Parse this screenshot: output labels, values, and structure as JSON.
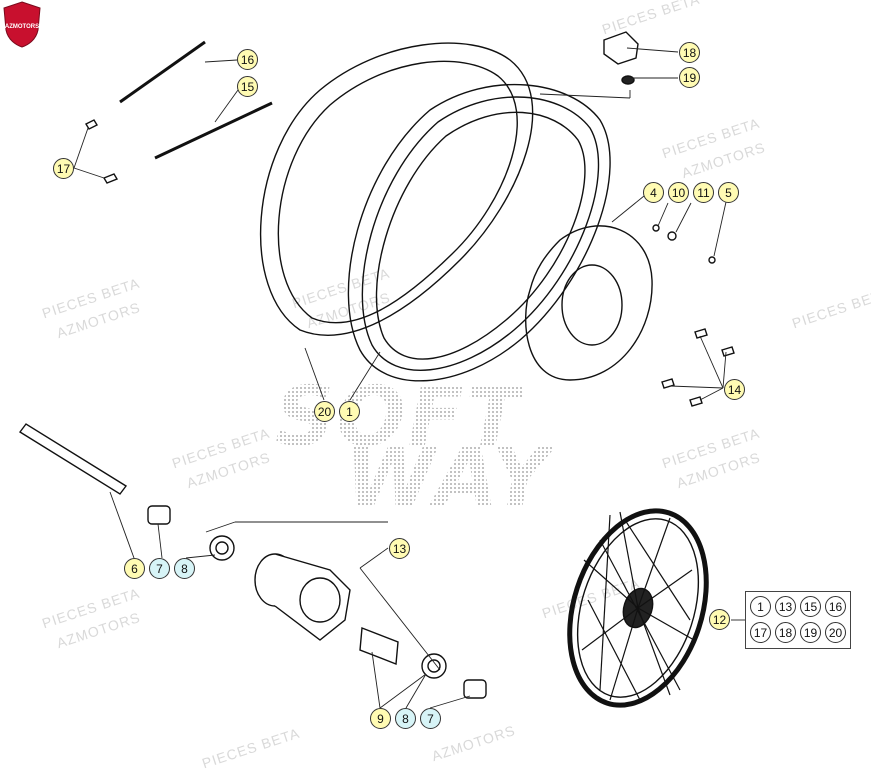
{
  "watermarks": [
    "PIECES BETA",
    "AZMOTORS"
  ],
  "logo": {
    "line1": "SOFT",
    "line2": "WAY"
  },
  "brand_badge_text": "AZMOTORS",
  "callouts": {
    "c16": "16",
    "c15": "15",
    "c17": "17",
    "c18": "18",
    "c19": "19",
    "c4": "4",
    "c10": "10",
    "c11": "11",
    "c5": "5",
    "c14": "14",
    "c20": "20",
    "c1": "1",
    "c13": "13",
    "c6": "6",
    "c7a": "7",
    "c8a": "8",
    "c9": "9",
    "c8b": "8",
    "c7b": "7",
    "c12": "12"
  },
  "kit": {
    "row1": [
      "1",
      "13",
      "15",
      "16"
    ],
    "row2": [
      "17",
      "18",
      "19",
      "20"
    ]
  },
  "colors": {
    "callout_yellow": "#fffbb3",
    "callout_cyan": "#d7f4f7",
    "line": "#111111",
    "badge_red": "#c8102e"
  }
}
